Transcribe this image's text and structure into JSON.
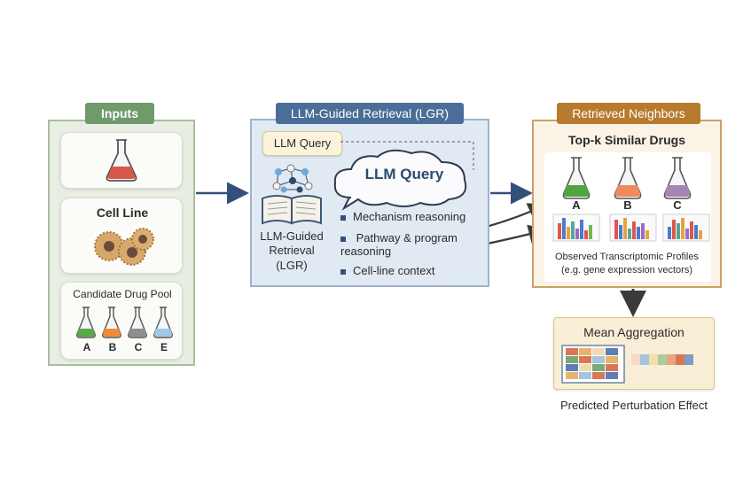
{
  "inputs": {
    "header": "Inputs",
    "cell_line_label": "Cell Line",
    "drug_pool_title": "Candidate Drug Pool",
    "drug_pool_labels": [
      "A",
      "B",
      "C",
      "E"
    ]
  },
  "lgr": {
    "header": "LLM-Guided Retrieval (LGR)",
    "query_tag": "LLM Query",
    "cloud_text": "LLM Query",
    "book_caption_line1": "LLM-Guided",
    "book_caption_line2": "Retrieval",
    "book_caption_line3": "(LGR)",
    "bullets": [
      "Mechanism reasoning",
      "Pathway & program reasoning",
      "Cell-line context"
    ]
  },
  "neighbors": {
    "header": "Retrieved Neighbors",
    "title": "Top-k Similar Drugs",
    "drug_labels": [
      "A",
      "B",
      "C"
    ],
    "profiles_line1": "Observed Transcriptomic Profiles",
    "profiles_line2": "(e.g. gene expression vectors)"
  },
  "aggregation": {
    "title": "Mean Aggregation"
  },
  "output": {
    "caption": "Predicted Perturbation Effect"
  },
  "colors": {
    "inputs_accent": "#6f9a6c",
    "lgr_accent": "#4a6e98",
    "neighbors_accent": "#b87a2e",
    "arrow": "#34507a"
  }
}
